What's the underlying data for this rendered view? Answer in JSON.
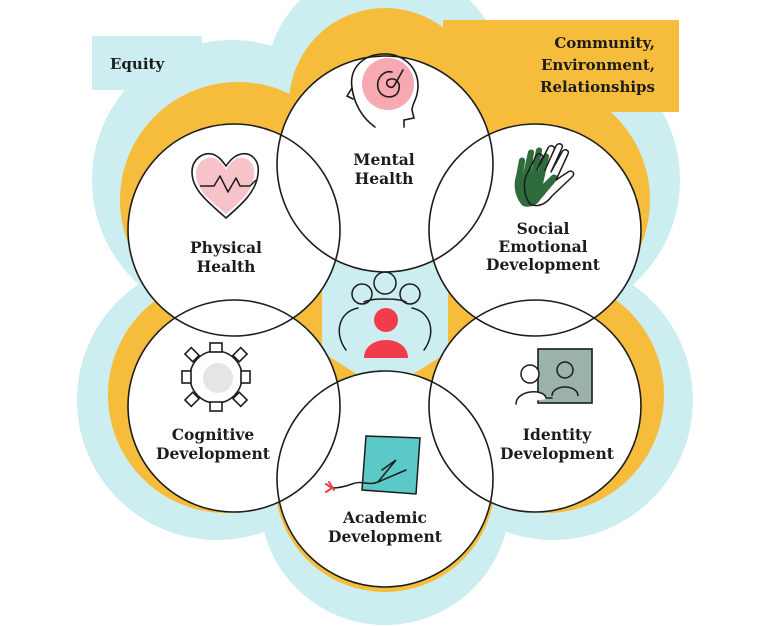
{
  "outer_labels": {
    "equity": "Equity",
    "community_lines": [
      "Community,",
      "Environment,",
      "Relationships"
    ]
  },
  "circles": [
    {
      "key": "mental",
      "label_lines": [
        "Mental",
        "Health"
      ],
      "icon": "head-with-swirl-icon"
    },
    {
      "key": "social",
      "label_lines": [
        "Social",
        "Emotional",
        "Development"
      ],
      "icon": "two-hands-icon"
    },
    {
      "key": "identity",
      "label_lines": [
        "Identity",
        "Development"
      ],
      "icon": "person-with-portrait-icon"
    },
    {
      "key": "academic",
      "label_lines": [
        "Academic",
        "Development"
      ],
      "icon": "paper-and-pen-icon"
    },
    {
      "key": "cognitive",
      "label_lines": [
        "Cognitive",
        "Development"
      ],
      "icon": "gear-icon"
    },
    {
      "key": "physical",
      "label_lines": [
        "Physical",
        "Health"
      ],
      "icon": "heart-with-heartbeat-icon"
    }
  ],
  "center_icon": "group-of-people-icon",
  "colors": {
    "outer_ring": "#cdeef0",
    "band": "#f6bd3c",
    "center": "#cdeef0",
    "accent_red": "#f03c4b",
    "accent_pink": "#f7a8b0",
    "accent_green": "#2f6b3c",
    "accent_teal": "#5cc9c9",
    "accent_sage": "#9bb3a9",
    "stroke": "#1c1c1c"
  }
}
